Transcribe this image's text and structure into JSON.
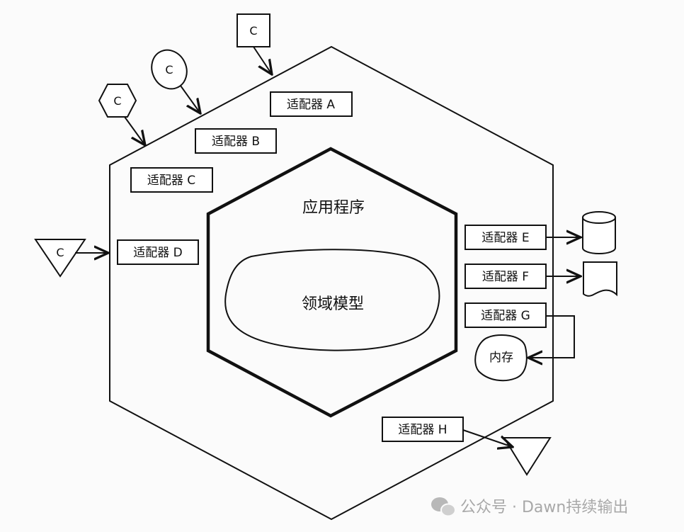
{
  "diagram": {
    "application_label": "应用程序",
    "domain_label": "领域模型",
    "memory_label": "内存",
    "adapters": {
      "a": "适配器 A",
      "b": "适配器 B",
      "c": "适配器 C",
      "d": "适配器 D",
      "e": "适配器 E",
      "f": "适配器 F",
      "g": "适配器 G",
      "h": "适配器 H"
    },
    "client_letter": "C"
  },
  "watermark": {
    "text": "公众号 · Dawn持续输出"
  }
}
